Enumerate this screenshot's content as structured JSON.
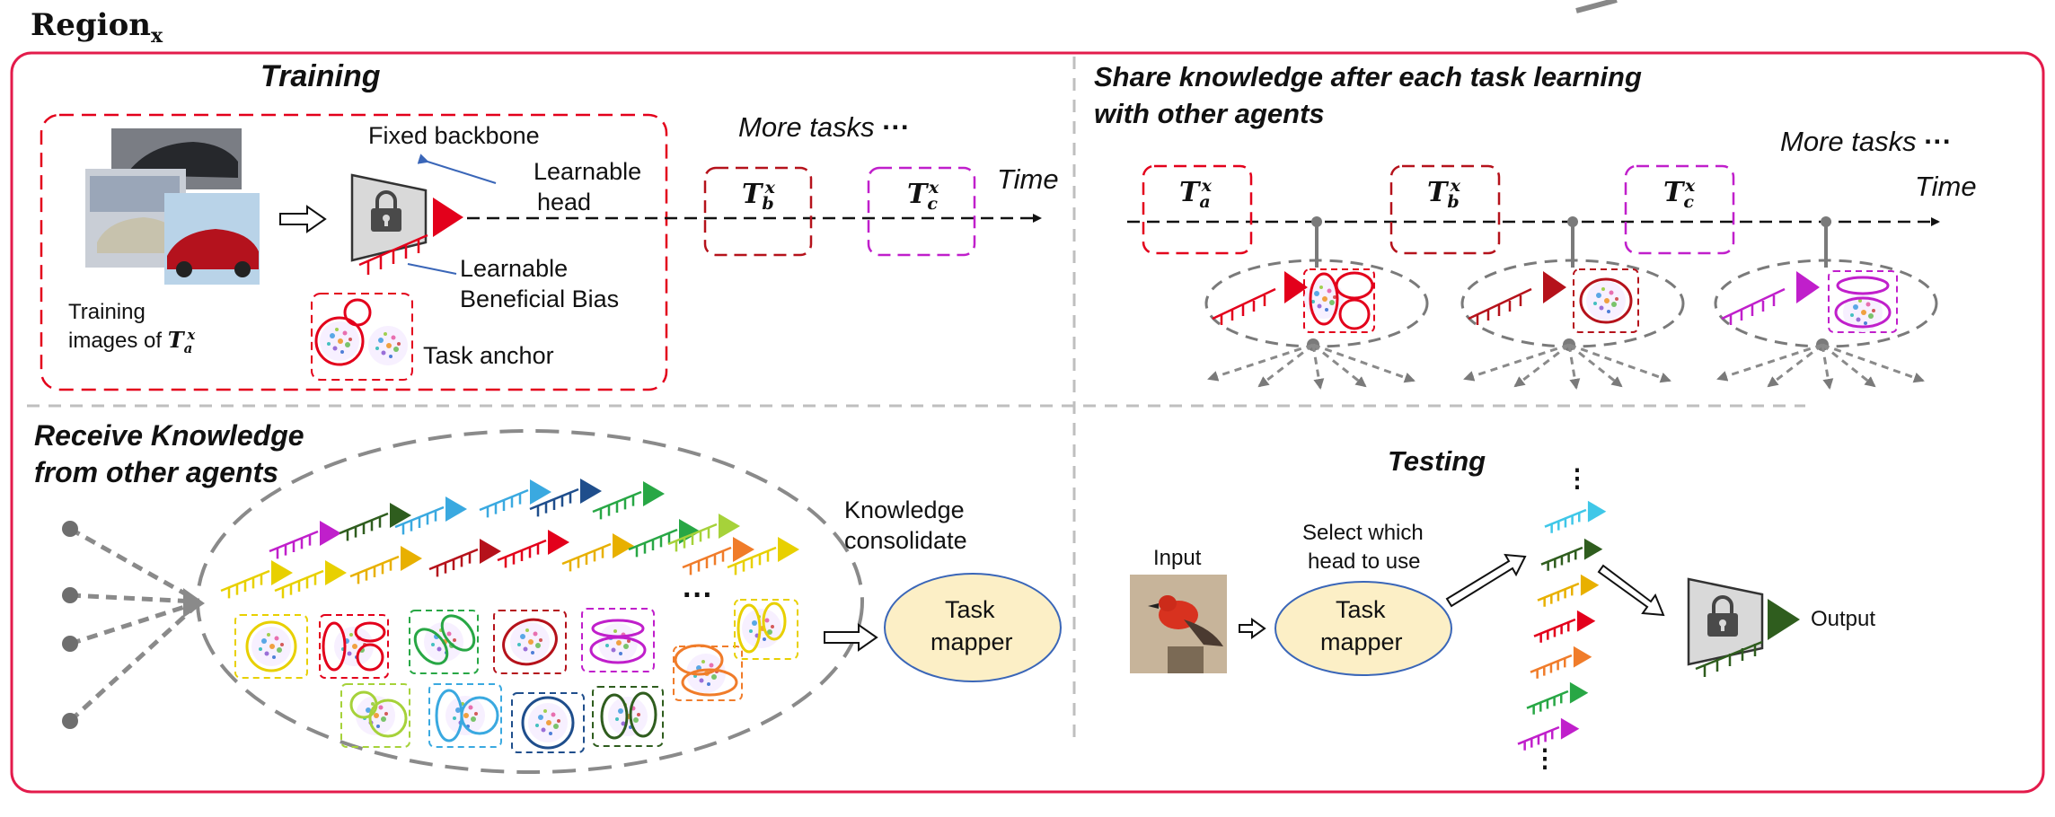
{
  "region_title": "Region",
  "region_subscript": "x",
  "panels": {
    "training": {
      "heading": "Training",
      "fixed_backbone": "Fixed backbone",
      "learnable_head_line1": "Learnable",
      "learnable_head_line2": "head",
      "bias_line1": "Learnable",
      "bias_line2": "Beneficial Bias",
      "task_anchor": "Task anchor",
      "images_line1": "Training",
      "images_line2": "images of",
      "images_task": "T",
      "images_task_sub": "a",
      "images_task_sup": "x",
      "more_tasks": "More tasks",
      "time": "Time",
      "task_b": {
        "base": "T",
        "sub": "b",
        "sup": "x"
      },
      "task_c": {
        "base": "T",
        "sub": "c",
        "sup": "x"
      }
    },
    "share": {
      "heading_line1": "Share knowledge after each task learning",
      "heading_line2": "with other agents",
      "more_tasks": "More tasks",
      "time": "Time",
      "task_a": {
        "base": "T",
        "sub": "a",
        "sup": "x"
      },
      "task_b": {
        "base": "T",
        "sub": "b",
        "sup": "x"
      },
      "task_c": {
        "base": "T",
        "sub": "c",
        "sup": "x"
      }
    },
    "receive": {
      "heading_line1": "Receive Knowledge",
      "heading_line2": "from other agents",
      "consolidate_line1": "Knowledge",
      "consolidate_line2": "consolidate",
      "mapper_line1": "Task",
      "mapper_line2": "mapper",
      "dots": "···"
    },
    "testing": {
      "heading": "Testing",
      "input": "Input",
      "select_line1": "Select which",
      "select_line2": "head to use",
      "mapper_line1": "Task",
      "mapper_line2": "mapper",
      "output": "Output",
      "vdots_top": "⋮",
      "vdots_bottom": "⋮"
    }
  },
  "colors": {
    "frame": "#e31b4b",
    "red": "#e3001b",
    "darkred": "#b5121b",
    "magenta": "#c01fcb",
    "mapper_fill": "#fcefc6",
    "gray_dash": "#8a8a8a",
    "gray_dark": "#6e6e6e"
  },
  "icons": [
    "lock-icon",
    "car-photo",
    "bird-photo",
    "cluster-icon",
    "head-icon"
  ]
}
